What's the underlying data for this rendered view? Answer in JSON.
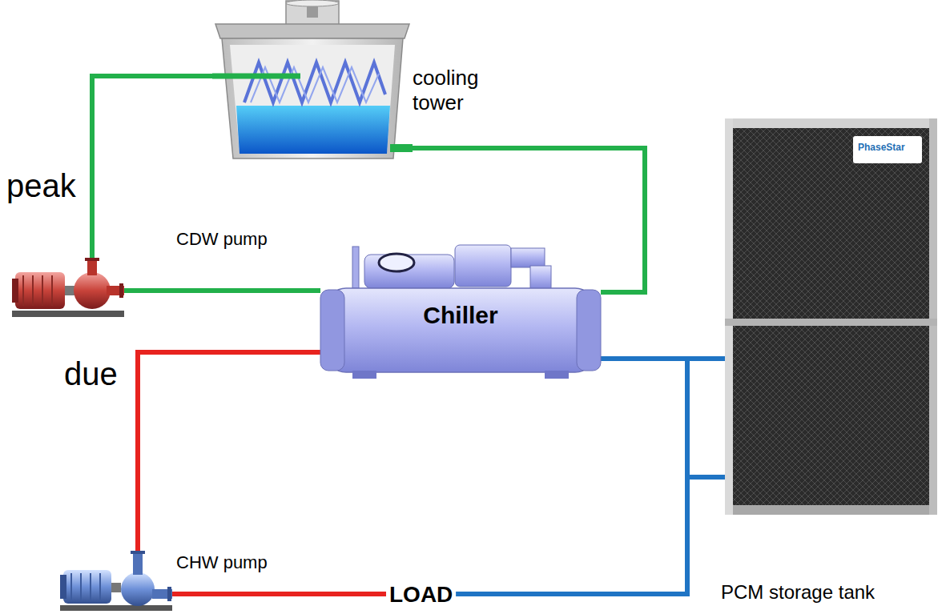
{
  "diagram": {
    "nodes": [
      {
        "text": [
          "cooling tower"
        ]
      },
      {
        "text": [
          "CDW pump"
        ]
      },
      {
        "text": [
          "Chiller"
        ]
      },
      {
        "text": [
          "CHW pump"
        ]
      },
      {
        "text": [
          "LOAD"
        ]
      },
      {
        "text": [
          "PhaseStar",
          "PCM storage tank"
        ]
      }
    ],
    "edges": [
      {
        "from": 1,
        "to": 0,
        "arrow": "none"
      },
      {
        "from": 0,
        "to": 2,
        "arrow": "none"
      },
      {
        "from": 1,
        "to": 2,
        "arrow": "none"
      },
      {
        "from": 2,
        "to": 3,
        "arrow": "none"
      },
      {
        "from": 3,
        "to": 4,
        "arrow": "none"
      },
      {
        "from": 2,
        "to": 5,
        "arrow": "none"
      },
      {
        "from": 2,
        "to": 4,
        "arrow": "none"
      },
      {
        "from": 4,
        "to": 5,
        "arrow": "none"
      }
    ],
    "labels": [
      "peak",
      "due"
    ]
  }
}
